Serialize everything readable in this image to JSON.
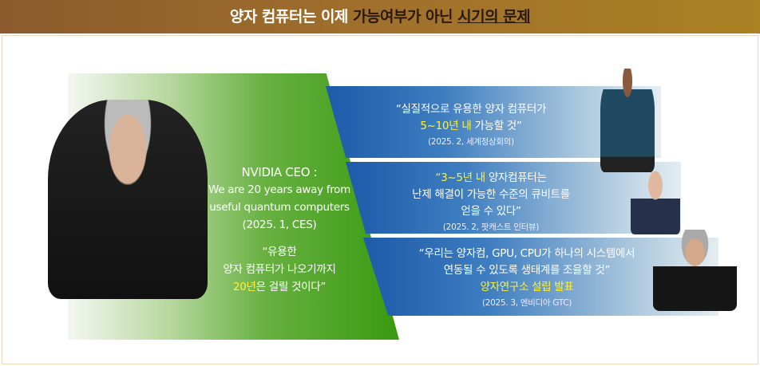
{
  "title": {
    "part1": "양자 컴퓨터는 이제 ",
    "part2": "가능여부가 아닌 ",
    "part3": "시기의 문제"
  },
  "nvidia": {
    "heading": "NVIDIA CEO :",
    "line1": "We are 20 years away from",
    "line2": "useful quantum computers",
    "source": "(2025. 1, CES)",
    "quote1": "“유용한",
    "quote2": "양자 컴퓨터가 나오기까지",
    "quote3_highlight": "20년",
    "quote3_rest": "은 걸릴 것이다”"
  },
  "quotes": [
    {
      "line1": "“실질적으로 유용한 양자 컴퓨터가",
      "highlight": "5~10년 내",
      "line2_rest": " 가능할 것”",
      "source": "(2025. 2, 세계정상회의)"
    },
    {
      "highlight": "“3~5년 내",
      "line1_rest": " 양자컴퓨터는",
      "line2": "난제 해결이 가능한 수준의 큐비트를",
      "line3": "얻을 수 있다”",
      "source": "(2025. 2, 팟캐스트 인터뷰)"
    },
    {
      "line1": "“우리는 양자컴, GPU, CPU가 하나의 시스템에서",
      "line2": "연동될 수 있도록 생태계를 조율할 것”",
      "highlight": "양자연구소 설립 발표",
      "source": "(2025. 3, 엔비디아 GTC)"
    }
  ]
}
